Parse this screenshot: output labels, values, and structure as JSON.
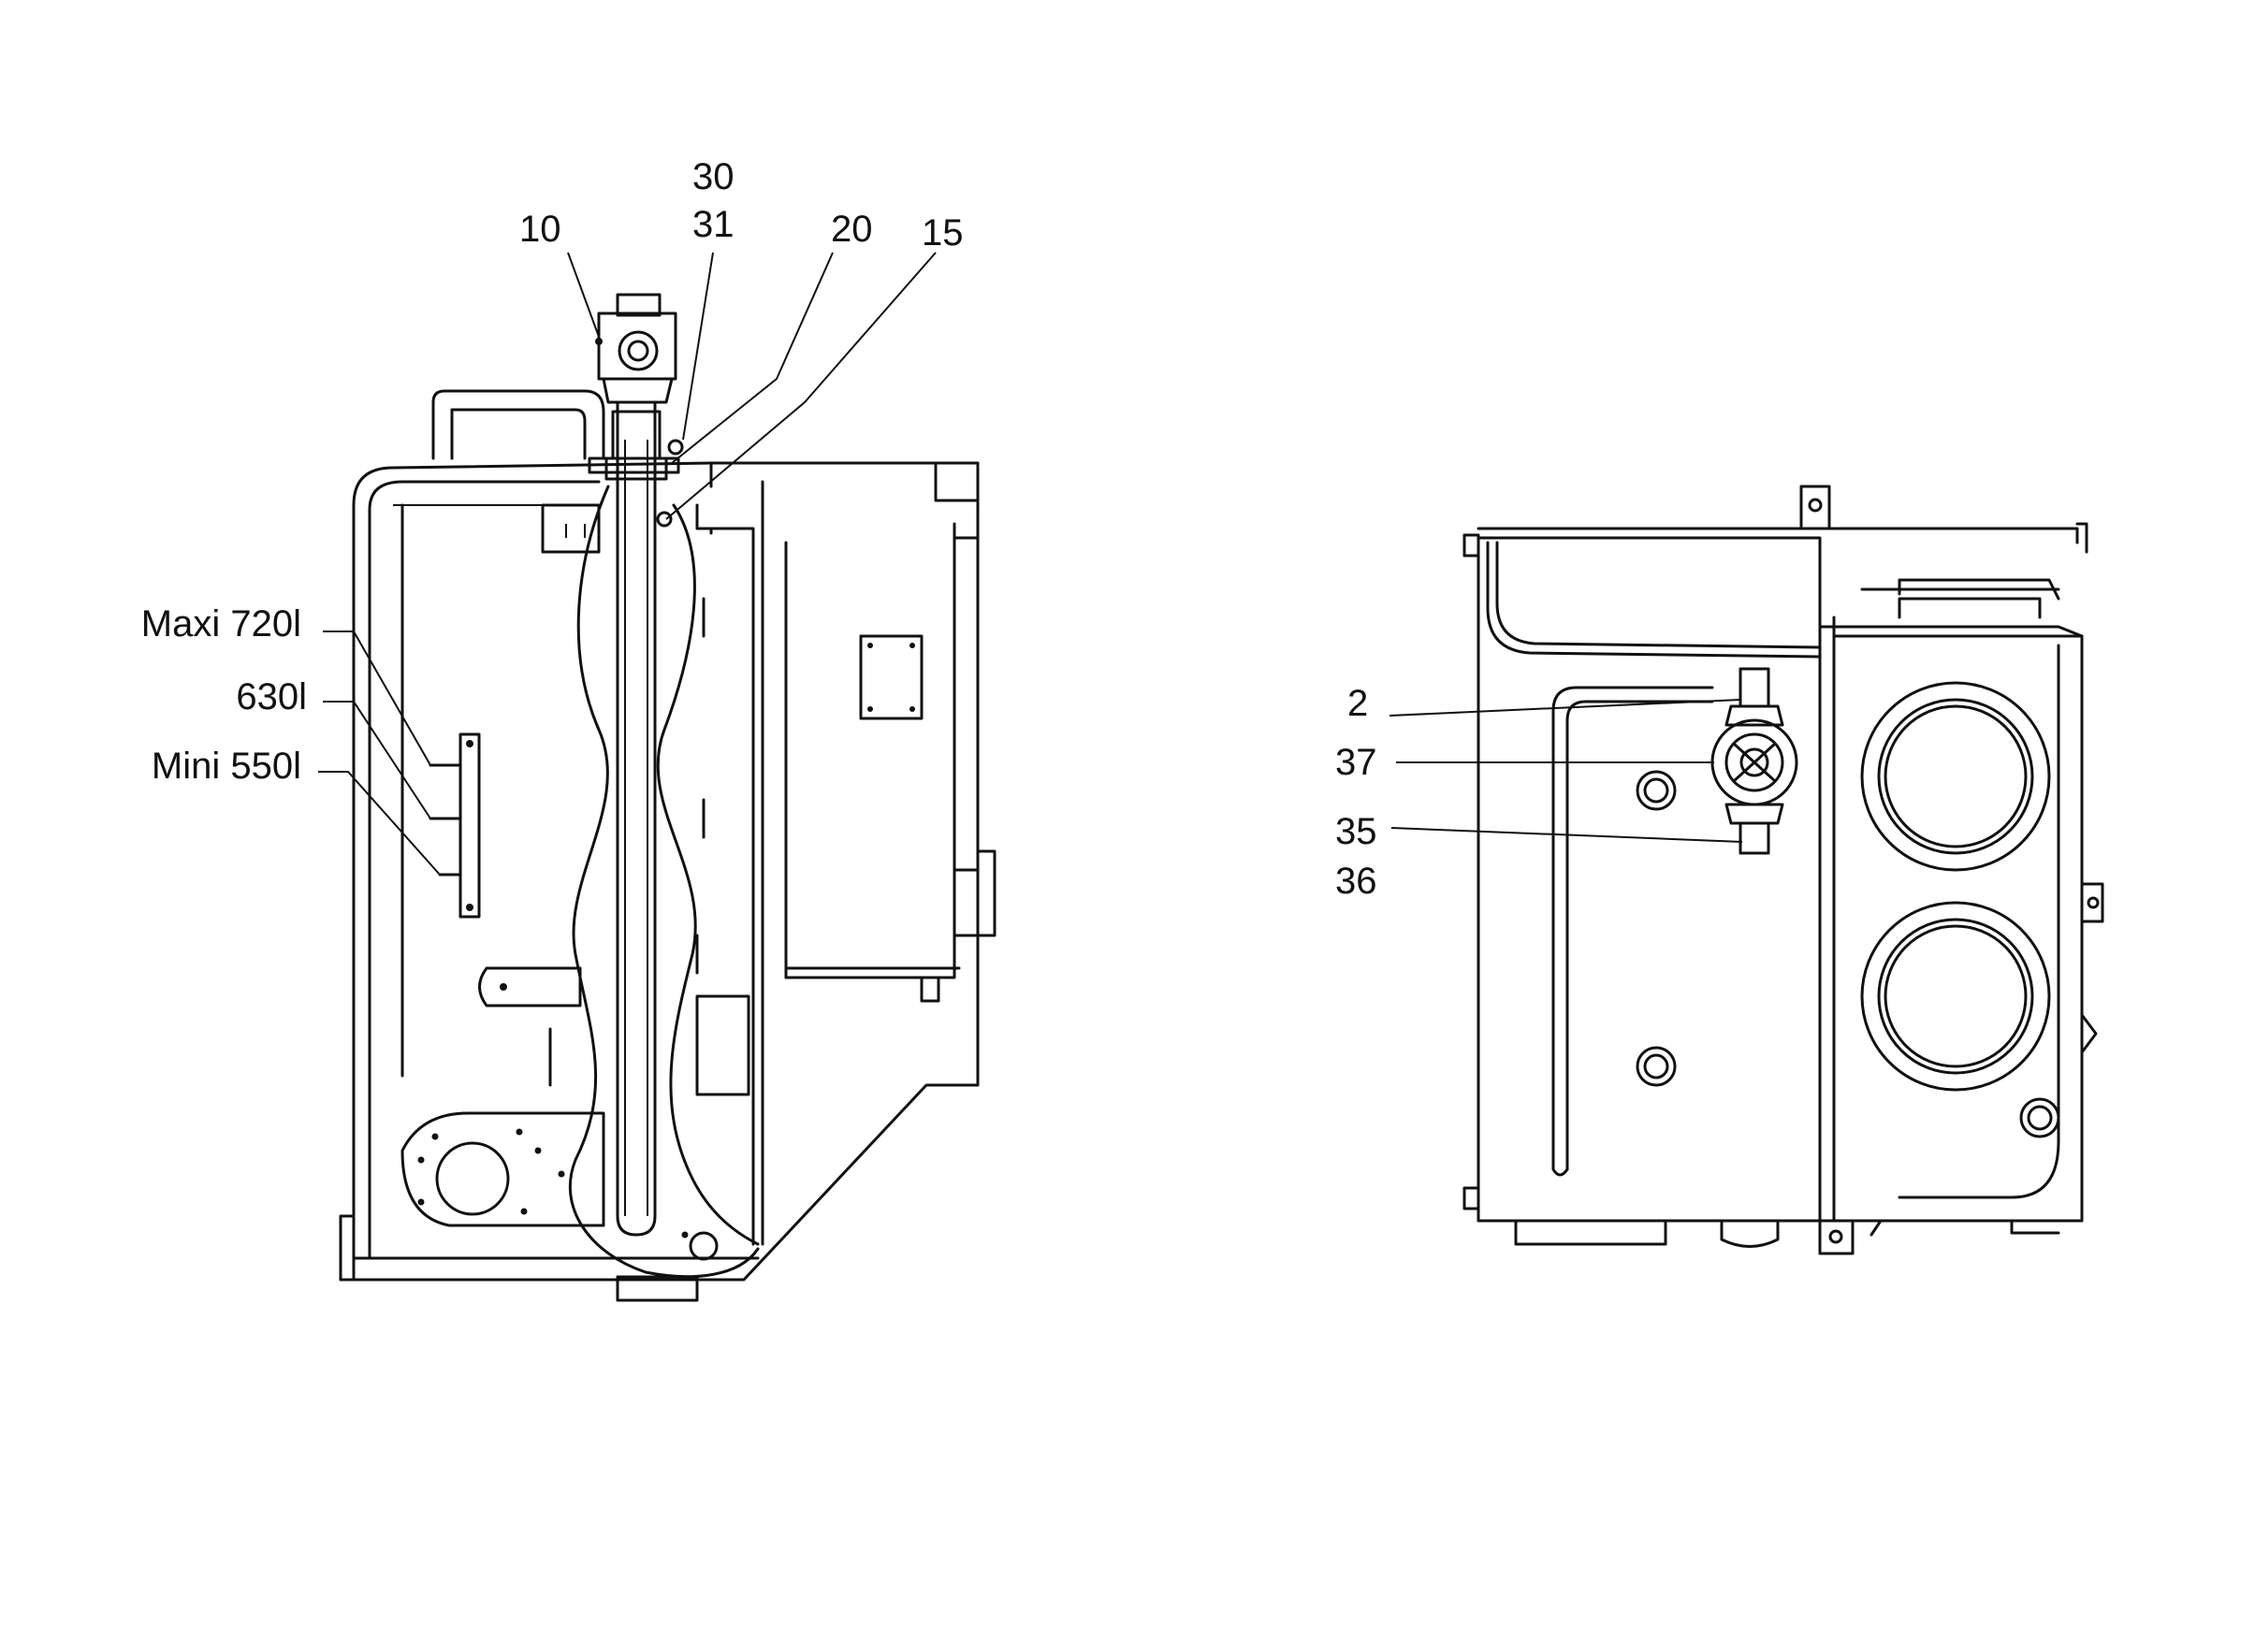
{
  "diagram": {
    "left_view": {
      "callouts": {
        "c10": "10",
        "c30": "30",
        "c31": "31",
        "c20": "20",
        "c15": "15"
      },
      "level_labels": {
        "maxi": "Maxi 720l",
        "mid": "630l",
        "mini": "Mini 550l"
      }
    },
    "right_view": {
      "callouts": {
        "c2": "2",
        "c37": "37",
        "c35": "35",
        "c36": "36"
      }
    }
  }
}
